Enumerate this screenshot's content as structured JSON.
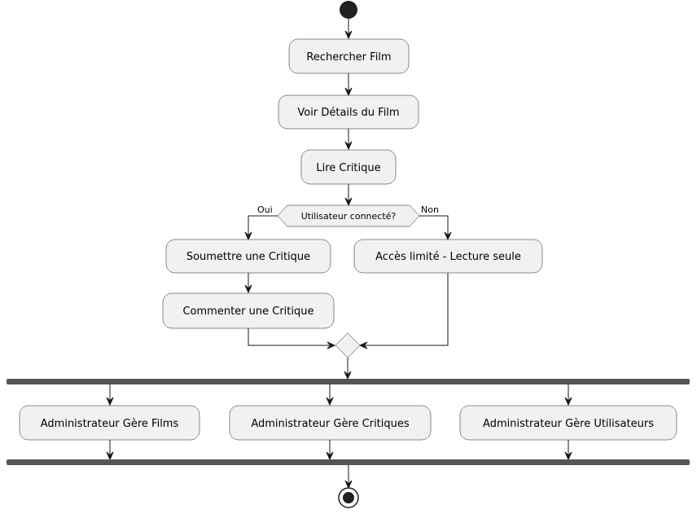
{
  "activities": {
    "rechercher": "Rechercher Film",
    "voir_details": "Voir Détails du Film",
    "lire_critique": "Lire Critique",
    "soumettre": "Soumettre une Critique",
    "commenter": "Commenter une Critique",
    "acces_limite": "Accès limité - Lecture seule",
    "admin_films": "Administrateur Gère Films",
    "admin_critiques": "Administrateur Gère Critiques",
    "admin_utilisateurs": "Administrateur Gère Utilisateurs"
  },
  "decision": {
    "condition": "Utilisateur connecté?",
    "yes_label": "Oui",
    "no_label": "Non"
  },
  "colors": {
    "node_fill": "#f1f1f1",
    "stroke": "#181818",
    "bar": "#555555",
    "start": "#222222"
  }
}
